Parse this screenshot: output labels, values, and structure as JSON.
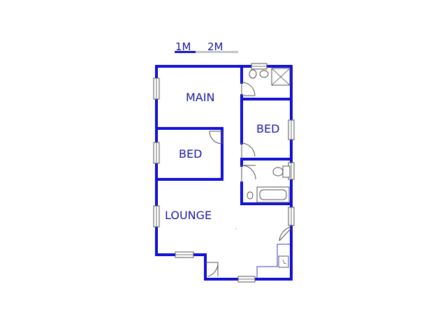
{
  "scale": {
    "label_1": "1M",
    "label_2": "2M",
    "dark_color": "#1414c8",
    "light_color": "#c4c4c4"
  },
  "rooms": {
    "main": "MAIN",
    "bed_right": "BED",
    "bed_left": "BED",
    "lounge": "LOUNGE"
  },
  "colors": {
    "wall": "#1010d8",
    "label": "#1a1aa6"
  }
}
